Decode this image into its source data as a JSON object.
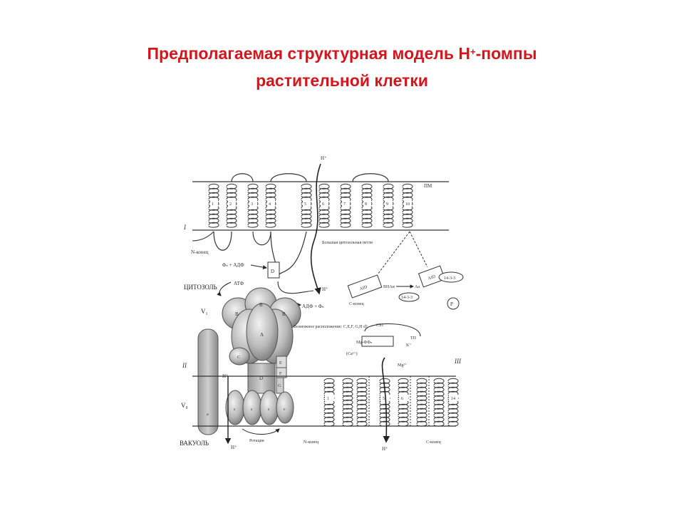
{
  "title": {
    "line1_before": "Предполагаемая структурная  модель H",
    "line1_sup": "+",
    "line1_after": "-помпы",
    "line2": "растительной клетки"
  },
  "diagram": {
    "membrane_pm": "ПМ",
    "roman_1": "I",
    "roman_2": "II",
    "roman_3": "III",
    "helix_numbers": [
      "1",
      "2",
      "3",
      "4",
      "5",
      "6",
      "7",
      "8",
      "9",
      "10"
    ],
    "vacuole_helix_numbers": [
      "1",
      "5",
      "6",
      "14"
    ],
    "h_top": "H⁺",
    "h_mid": "H⁺",
    "h_left": "H⁺",
    "h_vac_left": "H⁺",
    "h_vac_right": "H⁺",
    "n_term_top": "N-конец",
    "n_term_bottom": "N-конец",
    "c_term_mid": "С-конец",
    "c_term_bottom": "С-конец",
    "big_loop": "Большая цитозольная петля",
    "phosphate_adp": "Φₙ + АДФ",
    "cytosol": "ЦИТОЗОЛЬ",
    "atp": "АТФ",
    "adp_phi": "АДФ + Φₙ",
    "box_d": "D",
    "aid1": "AID",
    "aid2": "AID",
    "bhad": "ВНАи",
    "aa": "Аа",
    "proteins_1433_a": "14-3-3",
    "proteins_1433_b": "14-3-3",
    "p_circle": "P",
    "v1": "V₁",
    "v0": "V₀",
    "subunits": {
      "A": "A",
      "B": "B",
      "C": "C",
      "D": "D",
      "E": "E",
      "F": "F",
      "G": "G",
      "c": "c",
      "a": "a",
      "e": "e",
      "d": "d"
    },
    "possible_location": "Возможное расположение: C,E,F, G,H d?",
    "cs1": "CS1",
    "tp": "ТП",
    "mg_ff": "Mg-ФФₙ",
    "ca": "(Ca²⁺)",
    "k_plus": "K⁺",
    "mg_plus": "Mg²⁺",
    "rotation": "Ротация",
    "vacuole": "ВАКУОЛЬ"
  }
}
